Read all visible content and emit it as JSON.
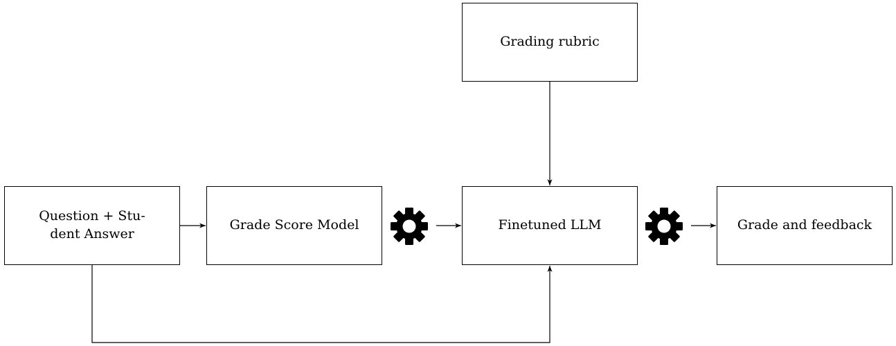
{
  "diagram": {
    "nodes": {
      "input": {
        "label": "Question + Student Answer",
        "label_lines": [
          "Question + Stu-",
          "dent Answer"
        ]
      },
      "score_model": {
        "label": "Grade Score Model"
      },
      "rubric": {
        "label": "Grading rubric"
      },
      "llm": {
        "label": "Finetuned LLM"
      },
      "output": {
        "label": "Grade and feedback"
      }
    },
    "edges": [
      {
        "from": "input",
        "to": "score_model"
      },
      {
        "from": "score_model",
        "to": "llm",
        "icon": "gear-icon"
      },
      {
        "from": "rubric",
        "to": "llm"
      },
      {
        "from": "input",
        "to": "llm",
        "routing": "below"
      },
      {
        "from": "llm",
        "to": "output",
        "icon": "gear-icon"
      }
    ],
    "colors": {
      "stroke": "#000000",
      "background": "#ffffff",
      "icon": "#000000"
    }
  }
}
